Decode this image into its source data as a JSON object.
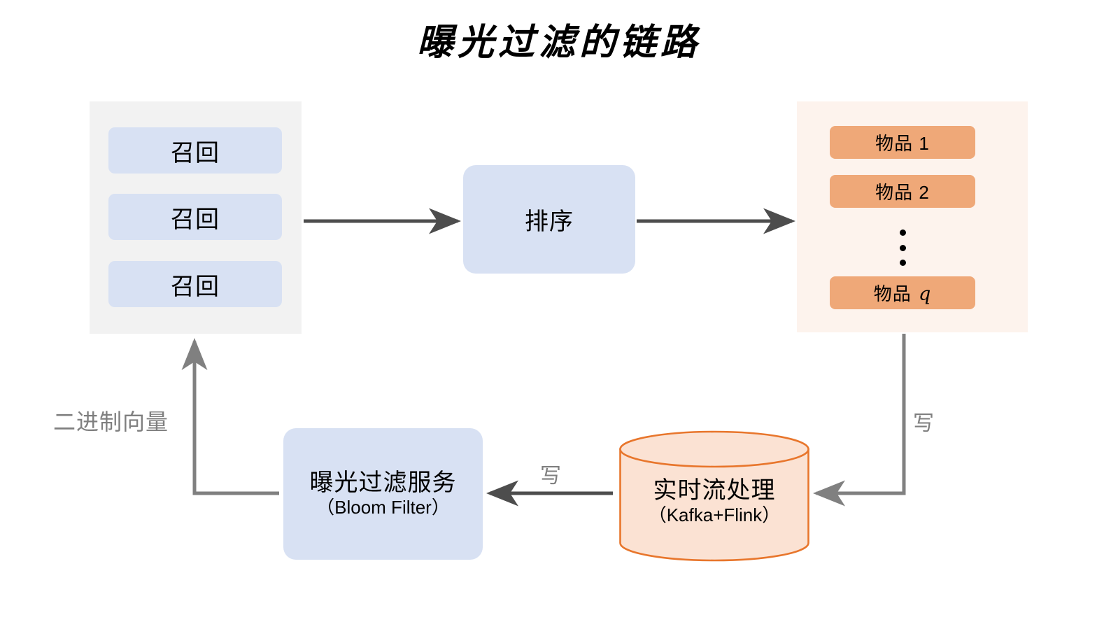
{
  "title": "曝光过滤的链路",
  "recall_panel": {
    "name": "recall-stage",
    "boxes": [
      {
        "label": "召回"
      },
      {
        "label": "召回"
      },
      {
        "label": "召回"
      }
    ]
  },
  "rank": {
    "label": "排序"
  },
  "items_panel": {
    "name": "ranked-items",
    "boxes": [
      {
        "label": "物品 1",
        "prefix": "物品 ",
        "index": "1"
      },
      {
        "label": "物品 2",
        "prefix": "物品 ",
        "index": "2"
      },
      {
        "label": "物品 q",
        "prefix": "物品 ",
        "index": "q"
      }
    ],
    "ellipsis": "⋮"
  },
  "bloom": {
    "title": "曝光过滤服务",
    "subtitle": "（Bloom Filter）"
  },
  "stream": {
    "title": "实时流处理",
    "subtitle": "（Kafka+Flink）"
  },
  "edges": {
    "binary_vector": "二进制向量",
    "write_mid": "写",
    "write_right": "写"
  },
  "colors": {
    "blue_box": "#d8e1f3",
    "orange_box": "#efa878",
    "gray_panel": "#f2f2f2",
    "peach_panel": "#fdf3ed",
    "arrow_dark": "#4d4d4d",
    "arrow_light": "#808080",
    "cylinder_stroke": "#e8762c",
    "cylinder_fill": "#fbe2d3",
    "label_gray": "#7f7f7f",
    "text": "#000000"
  }
}
